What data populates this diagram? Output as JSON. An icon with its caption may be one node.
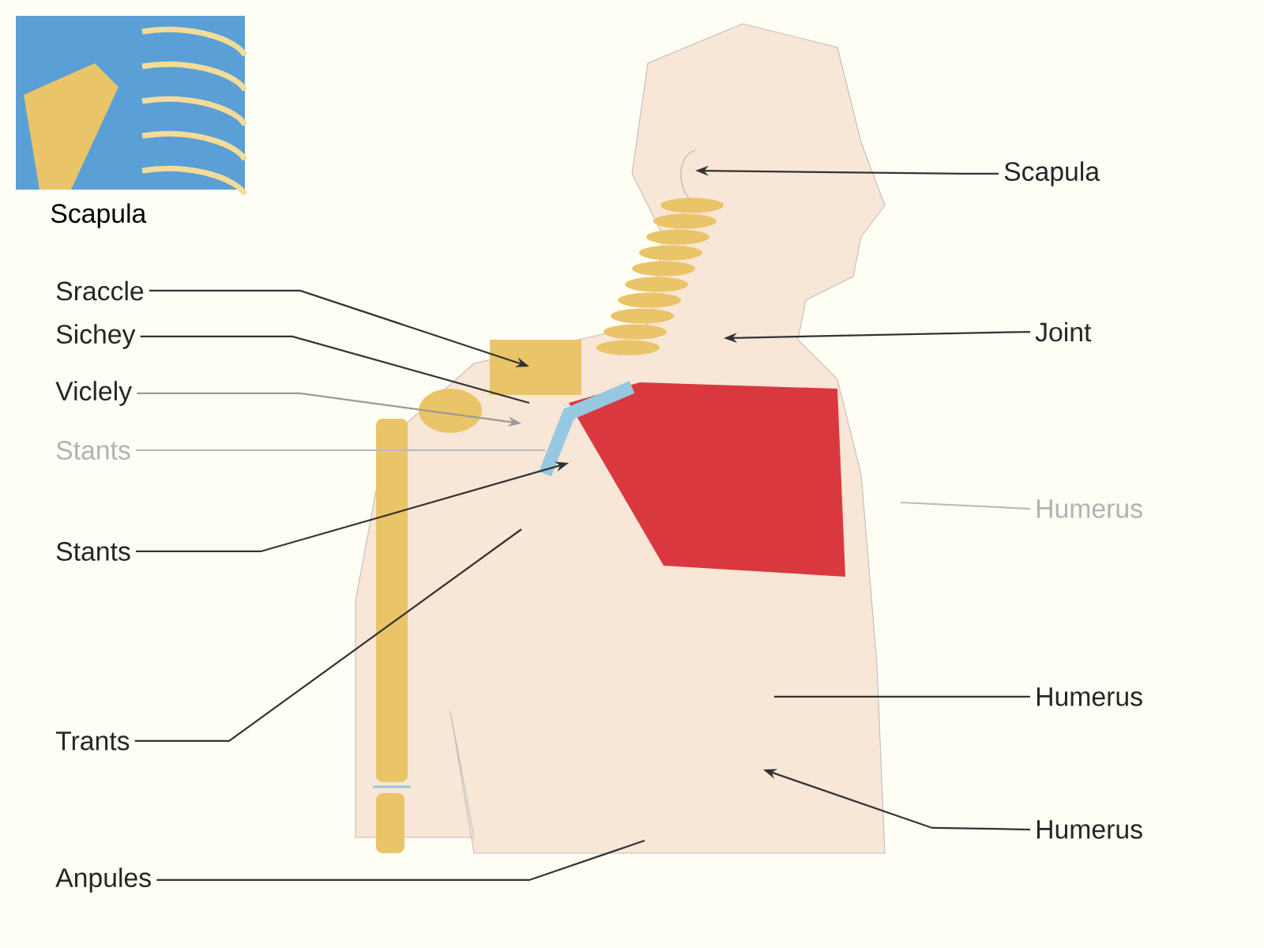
{
  "diagram": {
    "nodes": [
      {
        "text": [],
        "shape": "picture",
        "beside": [
          "Scapula"
        ]
      },
      {
        "text": [
          "Scapula"
        ]
      },
      {
        "text": [
          "Sraccle"
        ]
      },
      {
        "text": [
          "Sichey"
        ]
      },
      {
        "text": [
          "Joint"
        ]
      },
      {
        "text": [
          "Viclely"
        ]
      },
      {
        "text": [
          "Stants"
        ]
      },
      {
        "text": [
          "Humerus"
        ]
      },
      {
        "text": [
          "Stants"
        ]
      },
      {
        "text": [
          "Humerus"
        ]
      },
      {
        "text": [
          "Trants"
        ]
      },
      {
        "text": [
          "Humerus"
        ]
      },
      {
        "text": [
          "Anpules"
        ]
      }
    ],
    "edges": [
      {
        "from": 1,
        "to": null,
        "arrow": "to"
      },
      {
        "from": 2,
        "to": null,
        "arrow": "to"
      },
      {
        "from": 3,
        "to": null,
        "arrow": "none"
      },
      {
        "from": 4,
        "to": null,
        "arrow": "to"
      },
      {
        "from": 5,
        "to": null,
        "arrow": "to",
        "color": "#9a9a9a"
      },
      {
        "from": 6,
        "to": null,
        "arrow": "none",
        "color": "#bbbbbb"
      },
      {
        "from": 7,
        "to": null,
        "arrow": "none",
        "color": "#bbbbbb"
      },
      {
        "from": 8,
        "to": null,
        "arrow": "to"
      },
      {
        "from": 9,
        "to": null,
        "arrow": "none"
      },
      {
        "from": 10,
        "to": null,
        "arrow": "none"
      },
      {
        "from": 11,
        "to": null,
        "arrow": "to"
      },
      {
        "from": 12,
        "to": null,
        "arrow": "none"
      }
    ]
  }
}
